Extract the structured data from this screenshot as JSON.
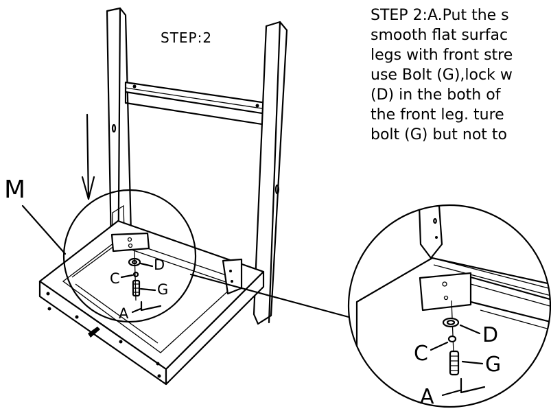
{
  "step_title": "STEP:2",
  "instructions": {
    "lines": [
      "STEP 2:A.Put the s",
      "smooth flat surfac",
      "legs with front stre",
      "use Bolt (G),lock w",
      "(D) in the both of",
      "the front leg. ture",
      "bolt (G) but not to"
    ]
  },
  "callouts": {
    "m": "M",
    "c": "C",
    "d": "D",
    "g": "G",
    "a": "A",
    "c_zoom": "C",
    "d_zoom": "D",
    "g_zoom": "G",
    "a_zoom": "A"
  }
}
